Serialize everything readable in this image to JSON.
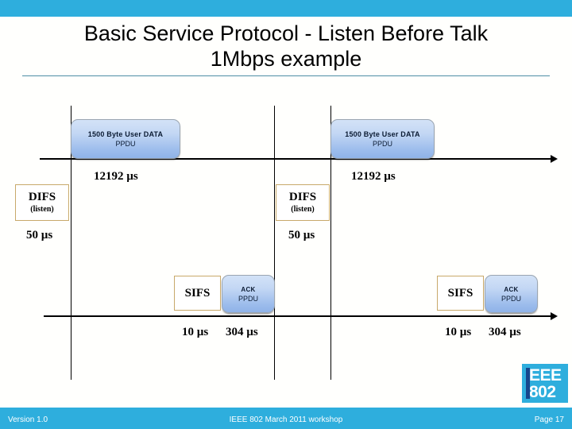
{
  "slide": {
    "title_line1": "Basic Service Protocol - Listen Before Talk",
    "title_line2": "1Mbps example",
    "accent_color": "#2eaedd",
    "rule_color": "#4f8fa6"
  },
  "diagram": {
    "data_frames": [
      {
        "name": "data-ppdu-left",
        "title": "1500 Byte User DATA",
        "sub": "PPDU",
        "duration": "12192 µs"
      },
      {
        "name": "data-ppdu-right",
        "title": "1500 Byte User DATA",
        "sub": "PPDU",
        "duration": "12192 µs"
      }
    ],
    "difs_blocks": [
      {
        "name": "difs-left",
        "label": "DIFS",
        "sub": "(listen)",
        "duration": "50 µs"
      },
      {
        "name": "difs-right",
        "label": "DIFS",
        "sub": "(listen)",
        "duration": "50 µs"
      }
    ],
    "sifs_blocks": [
      {
        "name": "sifs-left",
        "label": "SIFS",
        "duration": "10 µs"
      },
      {
        "name": "sifs-right",
        "label": "SIFS",
        "duration": "10 µs"
      }
    ],
    "ack_frames": [
      {
        "name": "ack-ppdu-left",
        "title": "ACK",
        "sub": "PPDU",
        "duration": "304 µs"
      },
      {
        "name": "ack-ppdu-right",
        "title": "ACK",
        "sub": "PPDU",
        "duration": "304 µs"
      }
    ],
    "box_fill_top": "#d3e2f7",
    "box_fill_bottom": "#8fb3e8",
    "outline_color": "#c8a96a"
  },
  "footer": {
    "version": "Version 1.0",
    "event": "IEEE 802 March 2011 workshop",
    "page": "Page 17",
    "logo_line1": "EEE",
    "logo_line2": "802"
  }
}
